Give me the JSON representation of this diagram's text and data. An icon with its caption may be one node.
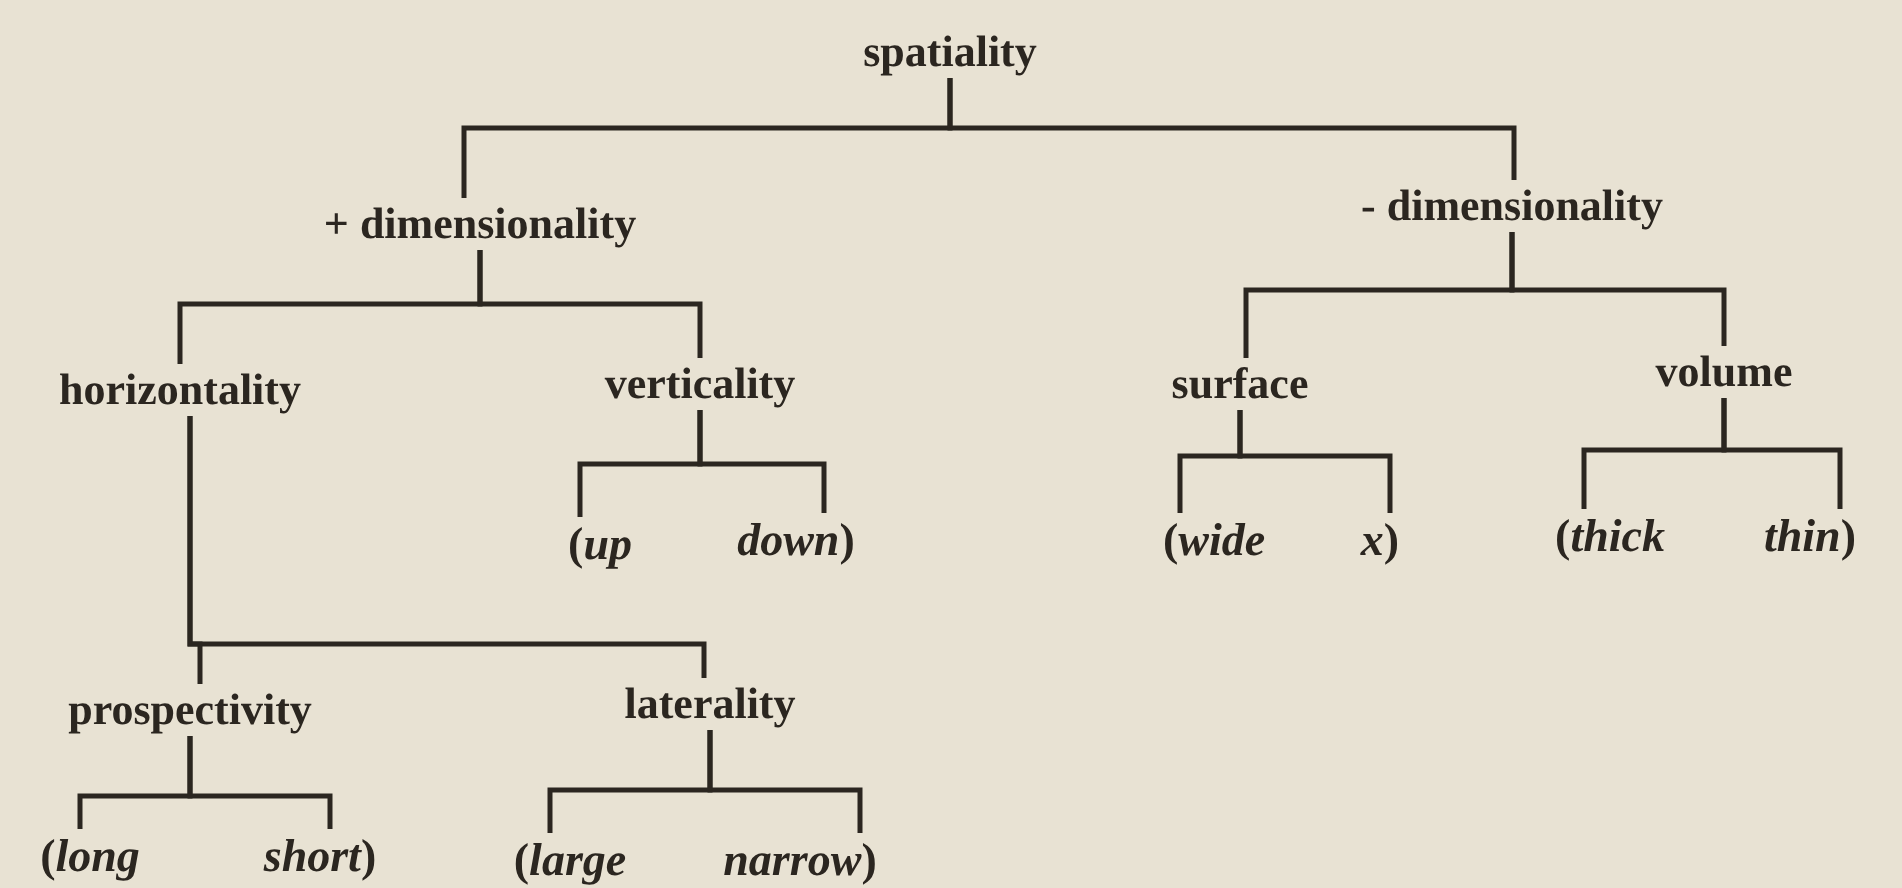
{
  "diagram": {
    "nodes": [
      {
        "text": [
          "spatiality"
        ]
      },
      {
        "text": [
          "+ dimensionality"
        ]
      },
      {
        "text": [
          "- dimensionality"
        ]
      },
      {
        "text": [
          "horizontality"
        ]
      },
      {
        "text": [
          "verticality"
        ]
      },
      {
        "text": [
          "surface"
        ]
      },
      {
        "text": [
          "volume"
        ]
      },
      {
        "text": [
          "(*up*"
        ]
      },
      {
        "text": [
          "*down*)"
        ]
      },
      {
        "text": [
          "(*wide*"
        ]
      },
      {
        "text": [
          "*x*)"
        ]
      },
      {
        "text": [
          "(*thick*"
        ]
      },
      {
        "text": [
          "*thin*)"
        ]
      },
      {
        "text": [
          "prospectivity"
        ]
      },
      {
        "text": [
          "laterality"
        ]
      },
      {
        "text": [
          "(*long*"
        ]
      },
      {
        "text": [
          "*short*)"
        ]
      },
      {
        "text": [
          "(*large*"
        ]
      },
      {
        "text": [
          "*narrow*)"
        ]
      }
    ],
    "edges": [
      {
        "from": 0,
        "to": 1,
        "arrow": "none"
      },
      {
        "from": 0,
        "to": 2,
        "arrow": "none"
      },
      {
        "from": 1,
        "to": 3,
        "arrow": "none"
      },
      {
        "from": 1,
        "to": 4,
        "arrow": "none"
      },
      {
        "from": 2,
        "to": 5,
        "arrow": "none"
      },
      {
        "from": 2,
        "to": 6,
        "arrow": "none"
      },
      {
        "from": 4,
        "to": 7,
        "arrow": "none"
      },
      {
        "from": 4,
        "to": 8,
        "arrow": "none"
      },
      {
        "from": 5,
        "to": 9,
        "arrow": "none"
      },
      {
        "from": 5,
        "to": 10,
        "arrow": "none"
      },
      {
        "from": 6,
        "to": 11,
        "arrow": "none"
      },
      {
        "from": 6,
        "to": 12,
        "arrow": "none"
      },
      {
        "from": 3,
        "to": 13,
        "arrow": "none"
      },
      {
        "from": 3,
        "to": 14,
        "arrow": "none"
      },
      {
        "from": 13,
        "to": 15,
        "arrow": "none"
      },
      {
        "from": 13,
        "to": 16,
        "arrow": "none"
      },
      {
        "from": 14,
        "to": 17,
        "arrow": "none"
      },
      {
        "from": 14,
        "to": 18,
        "arrow": "none"
      }
    ]
  }
}
